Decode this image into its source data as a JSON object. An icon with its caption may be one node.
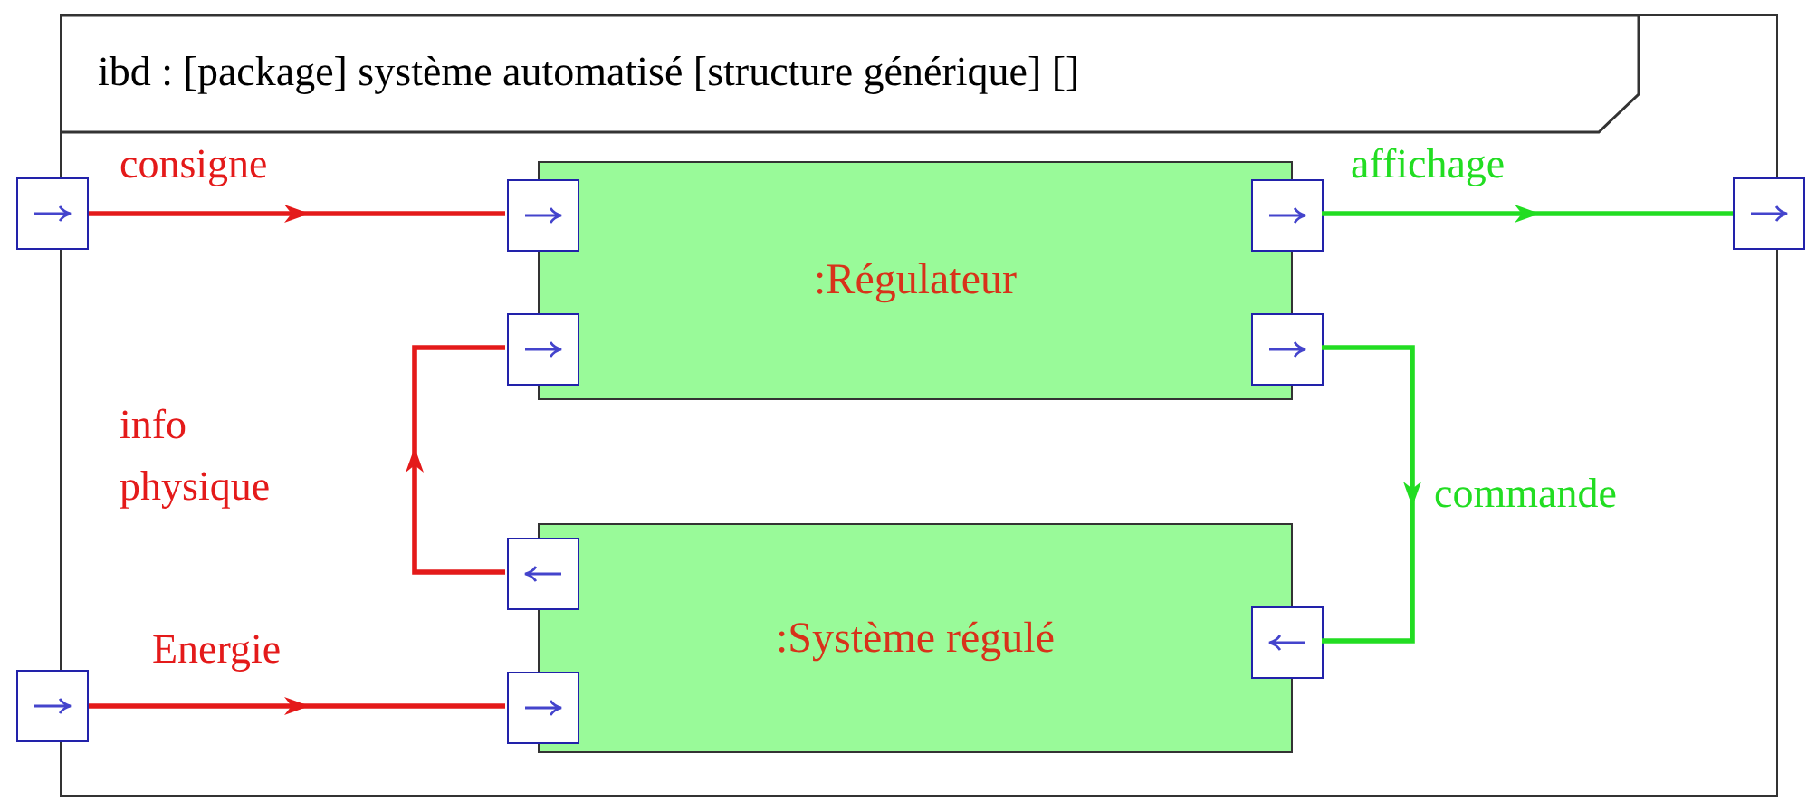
{
  "diagram": {
    "nodes": [
      {
        "text": [
          "ibd : [package] système automatisé [structure générique] []"
        ]
      },
      {
        "text": [
          ":Régulateur"
        ],
        "in": 0
      },
      {
        "text": [
          ":Système régulé"
        ],
        "in": 0
      },
      {
        "text": [],
        "shape": "box"
      },
      {
        "text": [],
        "shape": "box"
      },
      {
        "text": [],
        "shape": "box"
      },
      {
        "text": [],
        "shape": "box",
        "in": 0
      },
      {
        "text": [],
        "shape": "box",
        "in": 0
      },
      {
        "text": [],
        "shape": "box",
        "in": 0
      },
      {
        "text": [],
        "shape": "box",
        "in": 0
      },
      {
        "text": [],
        "shape": "box",
        "in": 0
      },
      {
        "text": [],
        "shape": "box",
        "in": 0
      },
      {
        "text": [],
        "shape": "box",
        "in": 0
      }
    ],
    "edges": [
      {
        "from": 3,
        "to": 6,
        "arrow": "to",
        "label": "consigne"
      },
      {
        "from": 8,
        "to": 5,
        "arrow": "to",
        "label": "affichage",
        "color": "#22dd22"
      },
      {
        "from": 10,
        "to": 7,
        "arrow": "to",
        "label": "info physique"
      },
      {
        "from": 9,
        "to": 12,
        "arrow": "to",
        "label": "commande",
        "color": "#22dd22"
      },
      {
        "from": 4,
        "to": 11,
        "arrow": "to",
        "label": "Energie"
      }
    ]
  }
}
